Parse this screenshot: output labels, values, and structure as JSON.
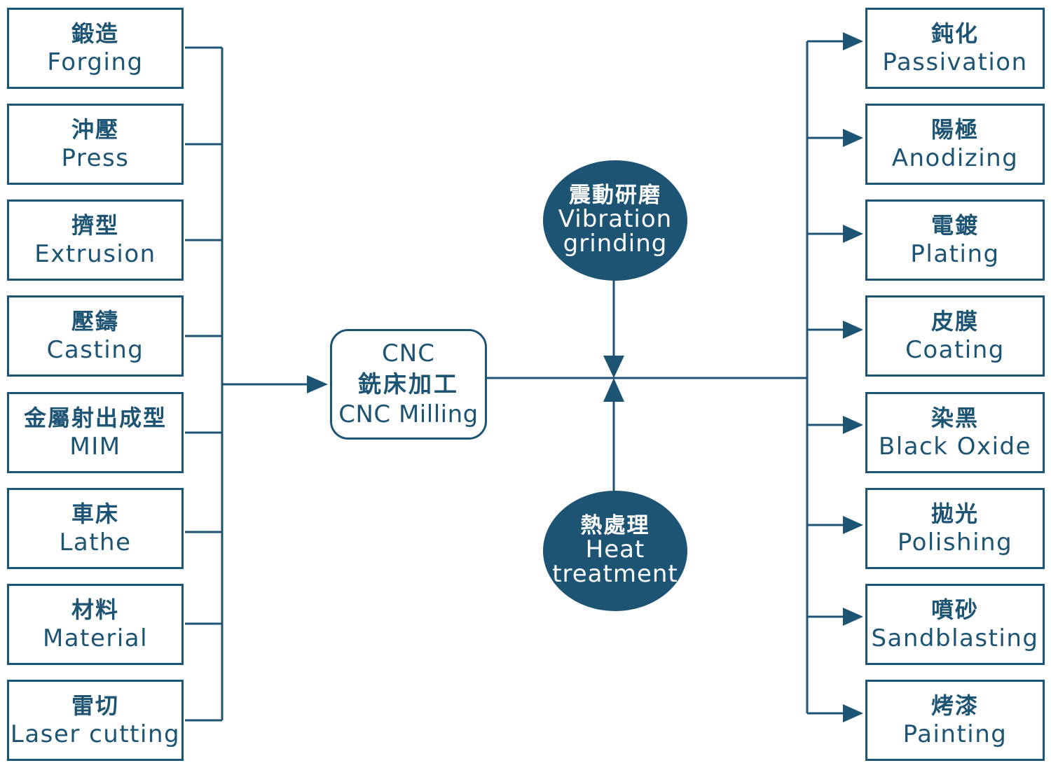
{
  "colors": {
    "primary": "#1d5474",
    "background": "#ffffff",
    "text_on_dark": "#ffffff"
  },
  "left_items": [
    {
      "zh": "鍛造",
      "en": "Forging"
    },
    {
      "zh": "沖壓",
      "en": "Press"
    },
    {
      "zh": "擠型",
      "en": "Extrusion"
    },
    {
      "zh": "壓鑄",
      "en": "Casting"
    },
    {
      "zh": "金屬射出成型",
      "en": "MIM"
    },
    {
      "zh": "車床",
      "en": "Lathe"
    },
    {
      "zh": "材料",
      "en": "Material"
    },
    {
      "zh": "雷切",
      "en": "Laser cutting"
    }
  ],
  "center": {
    "line1": "CNC",
    "line2": "銑床加工",
    "line3": "CNC Milling"
  },
  "top_node": {
    "zh": "震動研磨",
    "en1": "Vibration",
    "en2": "grinding"
  },
  "bottom_node": {
    "zh": "熱處理",
    "en1": "Heat",
    "en2": "treatment"
  },
  "right_items": [
    {
      "zh": "鈍化",
      "en": "Passivation"
    },
    {
      "zh": "陽極",
      "en": "Anodizing"
    },
    {
      "zh": "電鍍",
      "en": "Plating"
    },
    {
      "zh": "皮膜",
      "en": "Coating"
    },
    {
      "zh": "染黑",
      "en": "Black Oxide"
    },
    {
      "zh": "拋光",
      "en": "Polishing"
    },
    {
      "zh": "噴砂",
      "en": "Sandblasting"
    },
    {
      "zh": "烤漆",
      "en": "Painting"
    }
  ]
}
